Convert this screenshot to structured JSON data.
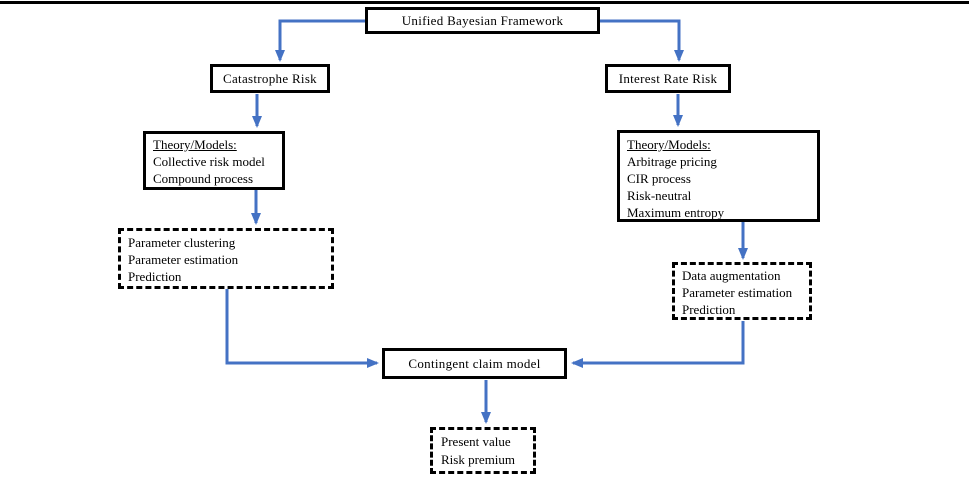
{
  "colors": {
    "arrow_blue": "#4472C4",
    "box_border": "#000000",
    "text": "#000000",
    "background": "#FFFFFF"
  },
  "diagram": {
    "root": {
      "label": "Unified Bayesian Framework"
    },
    "branches": [
      {
        "title": "Catastrophe Risk",
        "theory": {
          "heading": "Theory/Models:",
          "items": [
            "Collective risk model",
            "Compound process"
          ]
        },
        "process": {
          "items": [
            "Parameter clustering",
            "Parameter estimation",
            "Prediction"
          ]
        }
      },
      {
        "title": "Interest Rate Risk",
        "theory": {
          "heading": "Theory/Models:",
          "items": [
            "Arbitrage pricing",
            "CIR process",
            "Risk-neutral",
            "Maximum entropy"
          ]
        },
        "process": {
          "items": [
            "Data augmentation",
            "Parameter estimation",
            "Prediction"
          ]
        }
      }
    ],
    "merge": {
      "label": "Contingent claim model"
    },
    "result": {
      "items": [
        "Present value",
        "Risk premium"
      ]
    }
  }
}
